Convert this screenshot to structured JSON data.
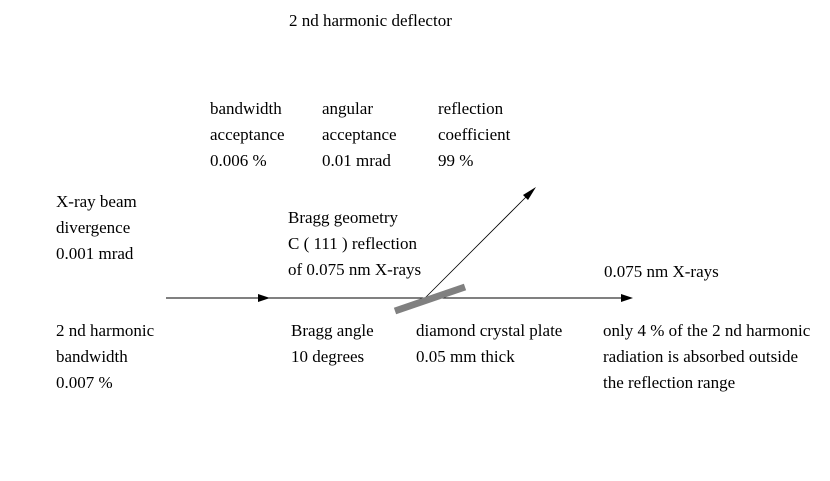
{
  "title": "2 nd harmonic deflector",
  "params": {
    "bandwidth": [
      "bandwidth",
      "acceptance",
      "0.006 %"
    ],
    "angular": [
      "angular",
      "acceptance",
      "0.01 mrad"
    ],
    "reflection": [
      "reflection",
      "coefficient",
      "99 %"
    ]
  },
  "beam_divergence": [
    "X-ray beam",
    "divergence",
    "0.001 mrad"
  ],
  "bragg_geometry": [
    "Bragg geometry",
    "C ( 111 ) reflection",
    "of 0.075 nm X-rays"
  ],
  "output_beam": "0.075 nm X-rays",
  "harmonic_bandwidth": [
    "2 nd harmonic",
    "bandwidth",
    "0.007 %"
  ],
  "bragg_angle": [
    "Bragg angle",
    "10 degrees"
  ],
  "crystal": [
    "diamond crystal plate",
    "0.05 mm thick"
  ],
  "absorption": [
    "only 4 % of the 2 nd harmonic",
    "radiation is absorbed outside",
    "the reflection range"
  ],
  "colors": {
    "line": "#000000",
    "crystal": "#808080"
  }
}
